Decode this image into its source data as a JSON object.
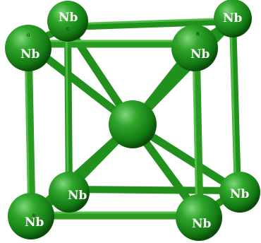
{
  "structure": {
    "element_symbol": "Nb",
    "lattice": "body-centered cubic",
    "atom_color": "#1f8f1f",
    "bond_color": "#2a9a22",
    "background": "#ffffff"
  },
  "axis_labels": {
    "origin": "o",
    "a": "a",
    "b": "b",
    "c": "c"
  },
  "atoms": [
    {
      "id": "back-top-left",
      "label": "Nb"
    },
    {
      "id": "back-top-right",
      "label": "Nb"
    },
    {
      "id": "front-top-left",
      "label": "Nb"
    },
    {
      "id": "front-top-right",
      "label": "Nb"
    },
    {
      "id": "body-center",
      "label": ""
    },
    {
      "id": "back-bottom-left",
      "label": "Nb"
    },
    {
      "id": "back-bottom-right",
      "label": "Nb"
    },
    {
      "id": "front-bottom-left",
      "label": "Nb"
    },
    {
      "id": "front-bottom-right",
      "label": "Nb"
    }
  ]
}
